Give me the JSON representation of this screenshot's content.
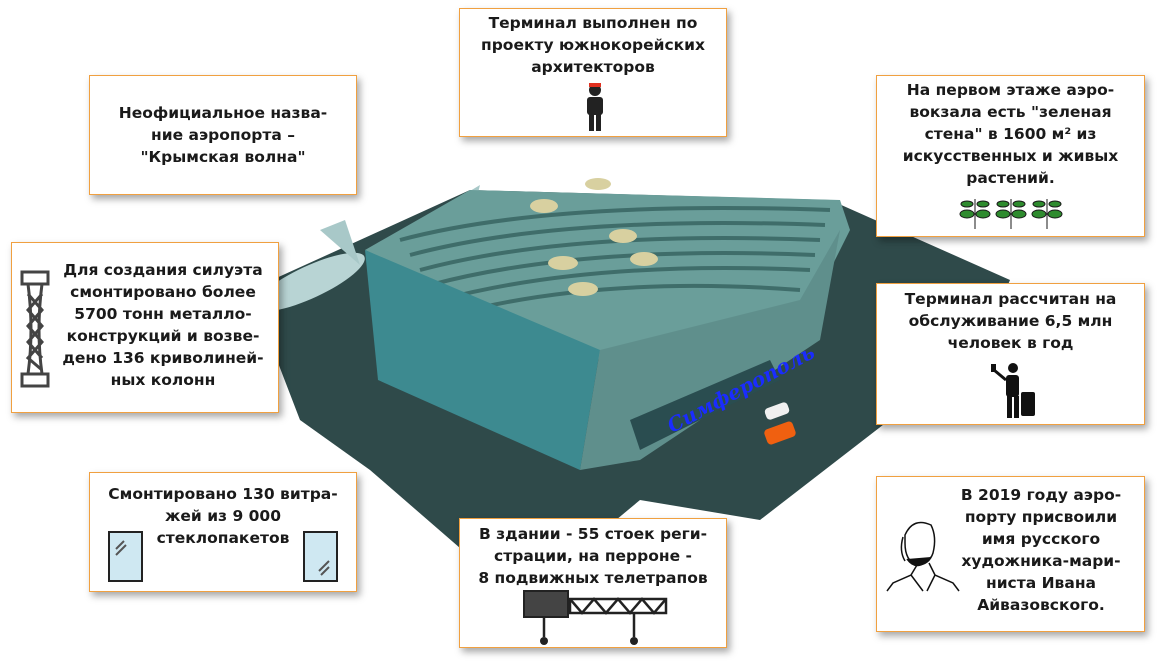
{
  "facts": {
    "architects": "Терминал выполнен по\nпроекту южнокорейских\nархитекторов",
    "nickname": "Неофициальное назва-\nние аэропорта –\n\"Крымская волна\"",
    "green_wall": "На первом этаже аэро-\nвокзала есть \"зеленая\nстена\" в 1600 м² из\nискусственных и живых\nрастений.",
    "steel": "Для создания силуэта\nсмонтировано более\n5700 тонн металло-\nконструкций и возве-\nдено 136 криволиней-\nных колонн",
    "capacity": "Терминал рассчитан на\nобслуживание 6,5 млн\nчеловек в год",
    "glass": "Смонтировано 130 витра-\nжей из 9 000\nстеклопакетов",
    "checkin": "В здании -  55 стоек реги-\nстрации, на перроне -\n8 подвижных телетрапов",
    "aivazovsky": "В 2019 году аэро-\nпорту присвоили\nимя русского\nхудожника-мари-\nниста Ивана\nАйвазовского."
  },
  "building_sign": "Симферополь",
  "colors": {
    "border": "#f0a040",
    "ground": "#2f4a4a",
    "facade": "#5f8f8c",
    "sign": "#1a2cff",
    "leaf": "#2e8b2e"
  }
}
